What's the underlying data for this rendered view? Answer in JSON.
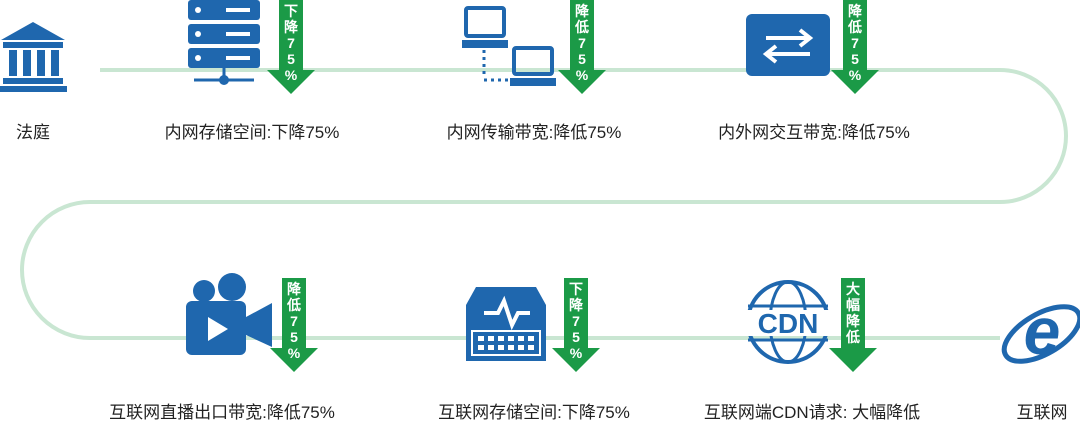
{
  "colors": {
    "icon_blue": "#1f67ae",
    "badge_green": "#1b9a47",
    "connector": "#c9e6d2",
    "label_text": "#222222"
  },
  "nodes": [
    {
      "id": "court",
      "icon": "court-building-icon",
      "label": "法庭"
    },
    {
      "id": "intranet-storage",
      "icon": "server-rack-icon",
      "label": "内网存储空间:下降75%",
      "badge": "下降75%"
    },
    {
      "id": "intranet-transfer",
      "icon": "networked-computers-icon",
      "label": "内网传输带宽:降低75%",
      "badge": "降低75%"
    },
    {
      "id": "exchange-bandwidth",
      "icon": "exchange-arrows-icon",
      "label": "内外网交互带宽:降低75%",
      "badge": "降低75%"
    },
    {
      "id": "internet-broadcast",
      "icon": "video-camera-icon",
      "label": "互联网直播出口带宽:降低75%",
      "badge": "降低75%"
    },
    {
      "id": "internet-storage",
      "icon": "storage-device-icon",
      "label": "互联网存储空间:下降75%",
      "badge": "下降75%"
    },
    {
      "id": "cdn-requests",
      "icon": "cdn-globe-icon",
      "label": "互联网端CDN请求: 大幅降低",
      "badge": "大幅降低"
    },
    {
      "id": "internet",
      "icon": "internet-explorer-icon",
      "label": "互联网"
    }
  ]
}
